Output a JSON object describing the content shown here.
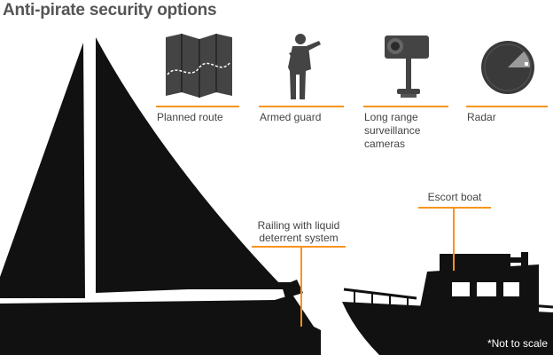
{
  "title": "Anti-pirate security options",
  "colors": {
    "accent": "#F7941D",
    "silhouette": "#111111",
    "icon_gray": "#555555",
    "title": "#555555"
  },
  "options": [
    {
      "icon": "map-icon",
      "label": "Planned route"
    },
    {
      "icon": "armed-guard-icon",
      "label": "Armed guard"
    },
    {
      "icon": "camera-icon",
      "label": "Long range surveillance cameras",
      "lines": [
        "Long range",
        "surveillance",
        "cameras"
      ]
    },
    {
      "icon": "radar-icon",
      "label": "Radar"
    }
  ],
  "callouts": {
    "railing": {
      "label": "Railing with liquid deterrent system",
      "lines": [
        "Railing with liquid",
        "deterrent system"
      ]
    },
    "escort": {
      "label": "Escort boat"
    }
  },
  "note": "*Not to scale"
}
